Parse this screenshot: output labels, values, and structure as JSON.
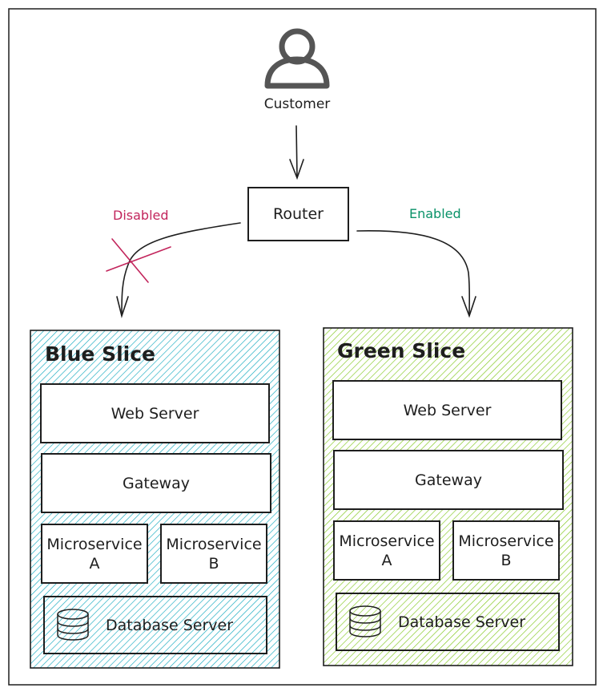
{
  "actor": {
    "label": "Customer",
    "icon": "user-icon"
  },
  "router": {
    "label": "Router"
  },
  "routes": {
    "disabled": {
      "label": "Disabled",
      "color": "#c2255c"
    },
    "enabled": {
      "label": "Enabled",
      "color": "#099268"
    }
  },
  "slices": [
    {
      "title": "Blue Slice",
      "color": "#15aabf",
      "web_server": "Web Server",
      "gateway": "Gateway",
      "microservice_a": {
        "line1": "Microservice",
        "line2": "A"
      },
      "microservice_b": {
        "line1": "Microservice",
        "line2": "B"
      },
      "database": "Database Server",
      "database_icon": "database-icon"
    },
    {
      "title": "Green Slice",
      "color": "#82c91e",
      "web_server": "Web Server",
      "gateway": "Gateway",
      "microservice_a": {
        "line1": "Microservice",
        "line2": "A"
      },
      "microservice_b": {
        "line1": "Microservice",
        "line2": "B"
      },
      "database": "Database Server",
      "database_icon": "database-icon"
    }
  ]
}
